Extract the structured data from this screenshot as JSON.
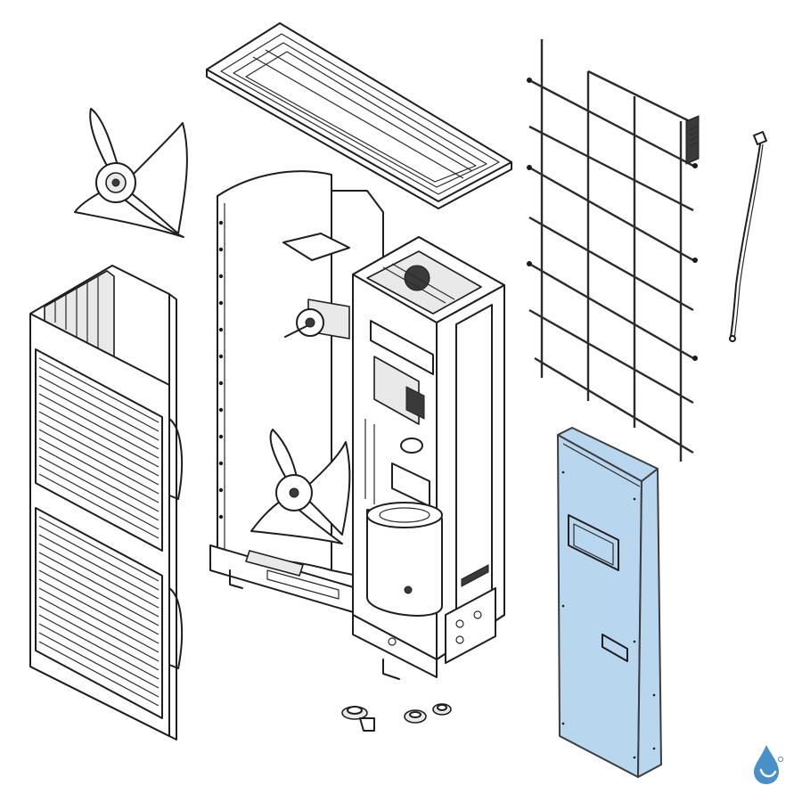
{
  "diagram": {
    "kind": "exploded-parts-view",
    "highlight_color": "#b9d6ef",
    "logo_color": "#4a90c8",
    "parts": [
      {
        "id": "fan-propeller",
        "icon": "fan-icon"
      },
      {
        "id": "top-cover-panel",
        "icon": "panel-icon"
      },
      {
        "id": "front-grille-panel",
        "icon": "grille-icon"
      },
      {
        "id": "unit-body-interior",
        "icon": "unit-icon"
      },
      {
        "id": "rear-protection-grid",
        "icon": "grid-icon"
      },
      {
        "id": "temperature-sensor",
        "icon": "sensor-icon"
      },
      {
        "id": "drain-fittings",
        "icon": "fitting-icon"
      },
      {
        "id": "side-access-panel",
        "icon": "panel-icon",
        "highlighted": true
      }
    ],
    "brand_logo": {
      "icon": "water-drop-logo-icon"
    }
  }
}
